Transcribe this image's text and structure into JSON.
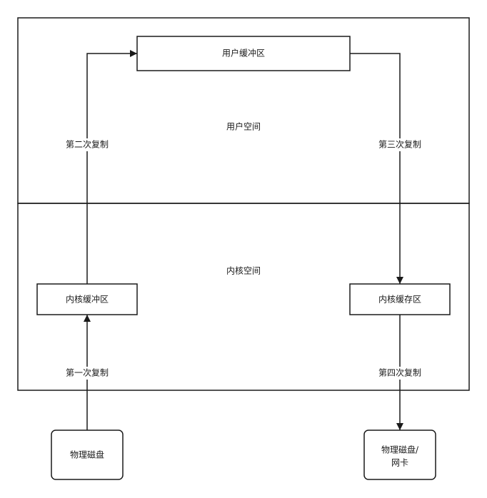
{
  "regions": {
    "user_space": "用户空间",
    "kernel_space": "内核空间"
  },
  "boxes": {
    "user_buffer": "用户缓冲区",
    "kernel_buffer_read": "内核缓冲区",
    "kernel_buffer_write": "内核缓存区",
    "disk_source": "物理磁盘",
    "disk_dest_line1": "物理磁盘/",
    "disk_dest_line2": "网卡"
  },
  "edges": {
    "copy1": "第一次复制",
    "copy2": "第二次复制",
    "copy3": "第三次复制",
    "copy4": "第四次复制"
  }
}
